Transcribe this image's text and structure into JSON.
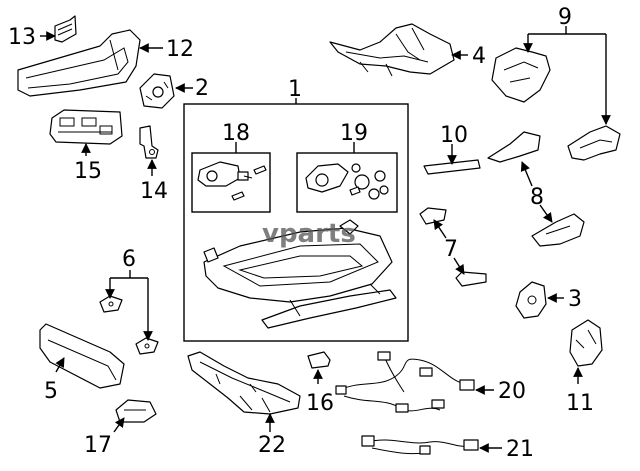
{
  "watermark": "vparts",
  "callouts": {
    "c1": "1",
    "c2": "2",
    "c3": "3",
    "c4": "4",
    "c5": "5",
    "c6": "6",
    "c7": "7",
    "c8": "8",
    "c9": "9",
    "c10": "10",
    "c11": "11",
    "c12": "12",
    "c13": "13",
    "c14": "14",
    "c15": "15",
    "c16": "16",
    "c17": "17",
    "c18": "18",
    "c19": "19",
    "c20": "20",
    "c21": "21",
    "c22": "22"
  }
}
